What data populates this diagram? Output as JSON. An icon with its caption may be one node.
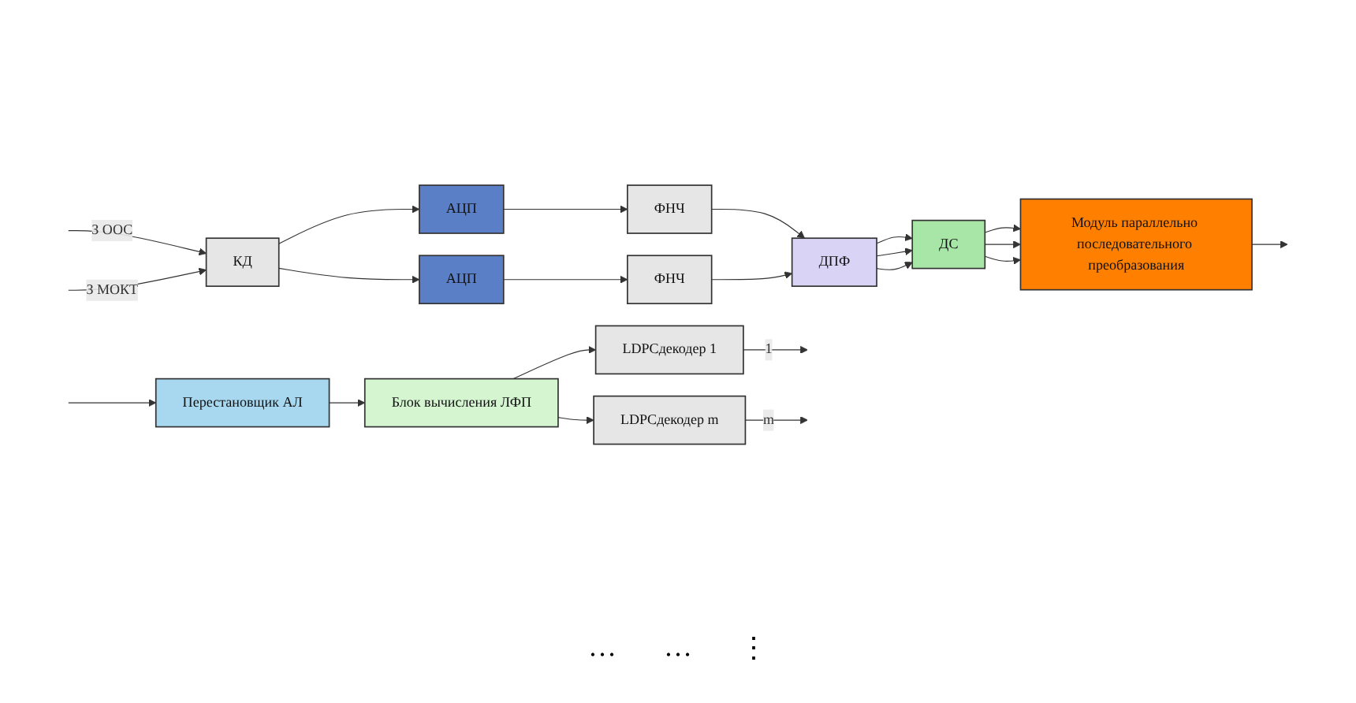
{
  "diagram": {
    "nodes": [
      {
        "text": [
          "КД"
        ]
      },
      {
        "text": [
          "АЦП"
        ]
      },
      {
        "text": [
          "АЦП"
        ]
      },
      {
        "text": [
          "ФНЧ"
        ]
      },
      {
        "text": [
          "ФНЧ"
        ]
      },
      {
        "text": [
          "ДПФ"
        ]
      },
      {
        "text": [
          "ДС"
        ]
      },
      {
        "text": [
          "Модуль параллельно последовательного преобразования"
        ]
      },
      {
        "text": [
          "Перестановщик АЛ"
        ]
      },
      {
        "text": [
          "Блок вычисления ЛФП"
        ]
      },
      {
        "text": [
          "LDPCдекодер 1"
        ]
      },
      {
        "text": [
          "LDPCдекодер m"
        ]
      }
    ],
    "edges": [
      {
        "from": null,
        "to": 0,
        "arrow": "to",
        "label": "З ООС"
      },
      {
        "from": null,
        "to": 0,
        "arrow": "to",
        "label": "З МОКТ"
      },
      {
        "from": 0,
        "to": 1,
        "arrow": "to"
      },
      {
        "from": 0,
        "to": 2,
        "arrow": "to"
      },
      {
        "from": 1,
        "to": 3,
        "arrow": "to"
      },
      {
        "from": 2,
        "to": 4,
        "arrow": "to"
      },
      {
        "from": 3,
        "to": 5,
        "arrow": "to"
      },
      {
        "from": 4,
        "to": 5,
        "arrow": "to"
      },
      {
        "from": 5,
        "to": 6,
        "arrow": "to"
      },
      {
        "from": 5,
        "to": 6,
        "arrow": "to"
      },
      {
        "from": 5,
        "to": 6,
        "arrow": "to"
      },
      {
        "from": 6,
        "to": 7,
        "arrow": "to"
      },
      {
        "from": 6,
        "to": 7,
        "arrow": "to"
      },
      {
        "from": 6,
        "to": 7,
        "arrow": "to"
      },
      {
        "from": 7,
        "to": null,
        "arrow": "to"
      },
      {
        "from": null,
        "to": 8,
        "arrow": "to"
      },
      {
        "from": 8,
        "to": 9,
        "arrow": "to"
      },
      {
        "from": 9,
        "to": 10,
        "arrow": "to"
      },
      {
        "from": 9,
        "to": 11,
        "arrow": "to"
      },
      {
        "from": 10,
        "to": null,
        "arrow": "to",
        "label": "1"
      },
      {
        "from": 11,
        "to": null,
        "arrow": "to",
        "label": "m"
      }
    ],
    "labels": [
      "…",
      "…",
      "⋮"
    ]
  }
}
